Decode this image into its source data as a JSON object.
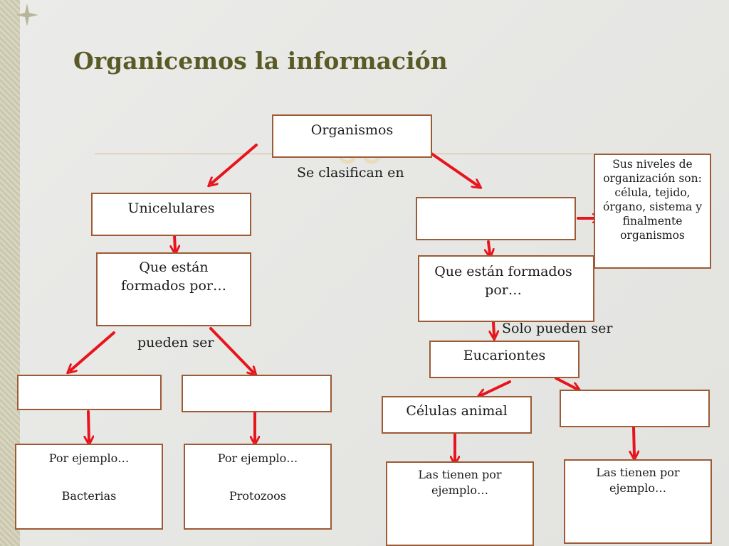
{
  "slide": {
    "title": "Organicemos la información"
  },
  "nodes": {
    "organismos": "Organismos",
    "unicelulares": "Unicelulares",
    "pluricelulares_blank": "",
    "niveles": "Sus niveles de organización son: célula, tejido, órgano, sistema y finalmente organismos",
    "uni_formados": "Que están formados por…",
    "pluri_formados": "Que están formados por…",
    "eucariontes": "Eucariontes",
    "uni_tipo_1_blank": "",
    "uni_tipo_2_blank": "",
    "celulas_animal": "Células animal",
    "celulas_otra_blank": "",
    "ejemplo_1_lead": "Por ejemplo…",
    "ejemplo_1_value": "Bacterias",
    "ejemplo_2_lead": "Por ejemplo…",
    "ejemplo_2_value": "Protozoos",
    "ejemplo_3": "Las tienen por ejemplo…",
    "ejemplo_4": "Las tienen por ejemplo…"
  },
  "labels": {
    "se_clasifican": "Se clasifican en",
    "pueden_ser": "pueden ser",
    "solo_pueden_ser": "Solo pueden ser"
  },
  "colors": {
    "arrow": "#e8141c",
    "box_border": "#9c5b35",
    "title": "#5a5a26"
  }
}
